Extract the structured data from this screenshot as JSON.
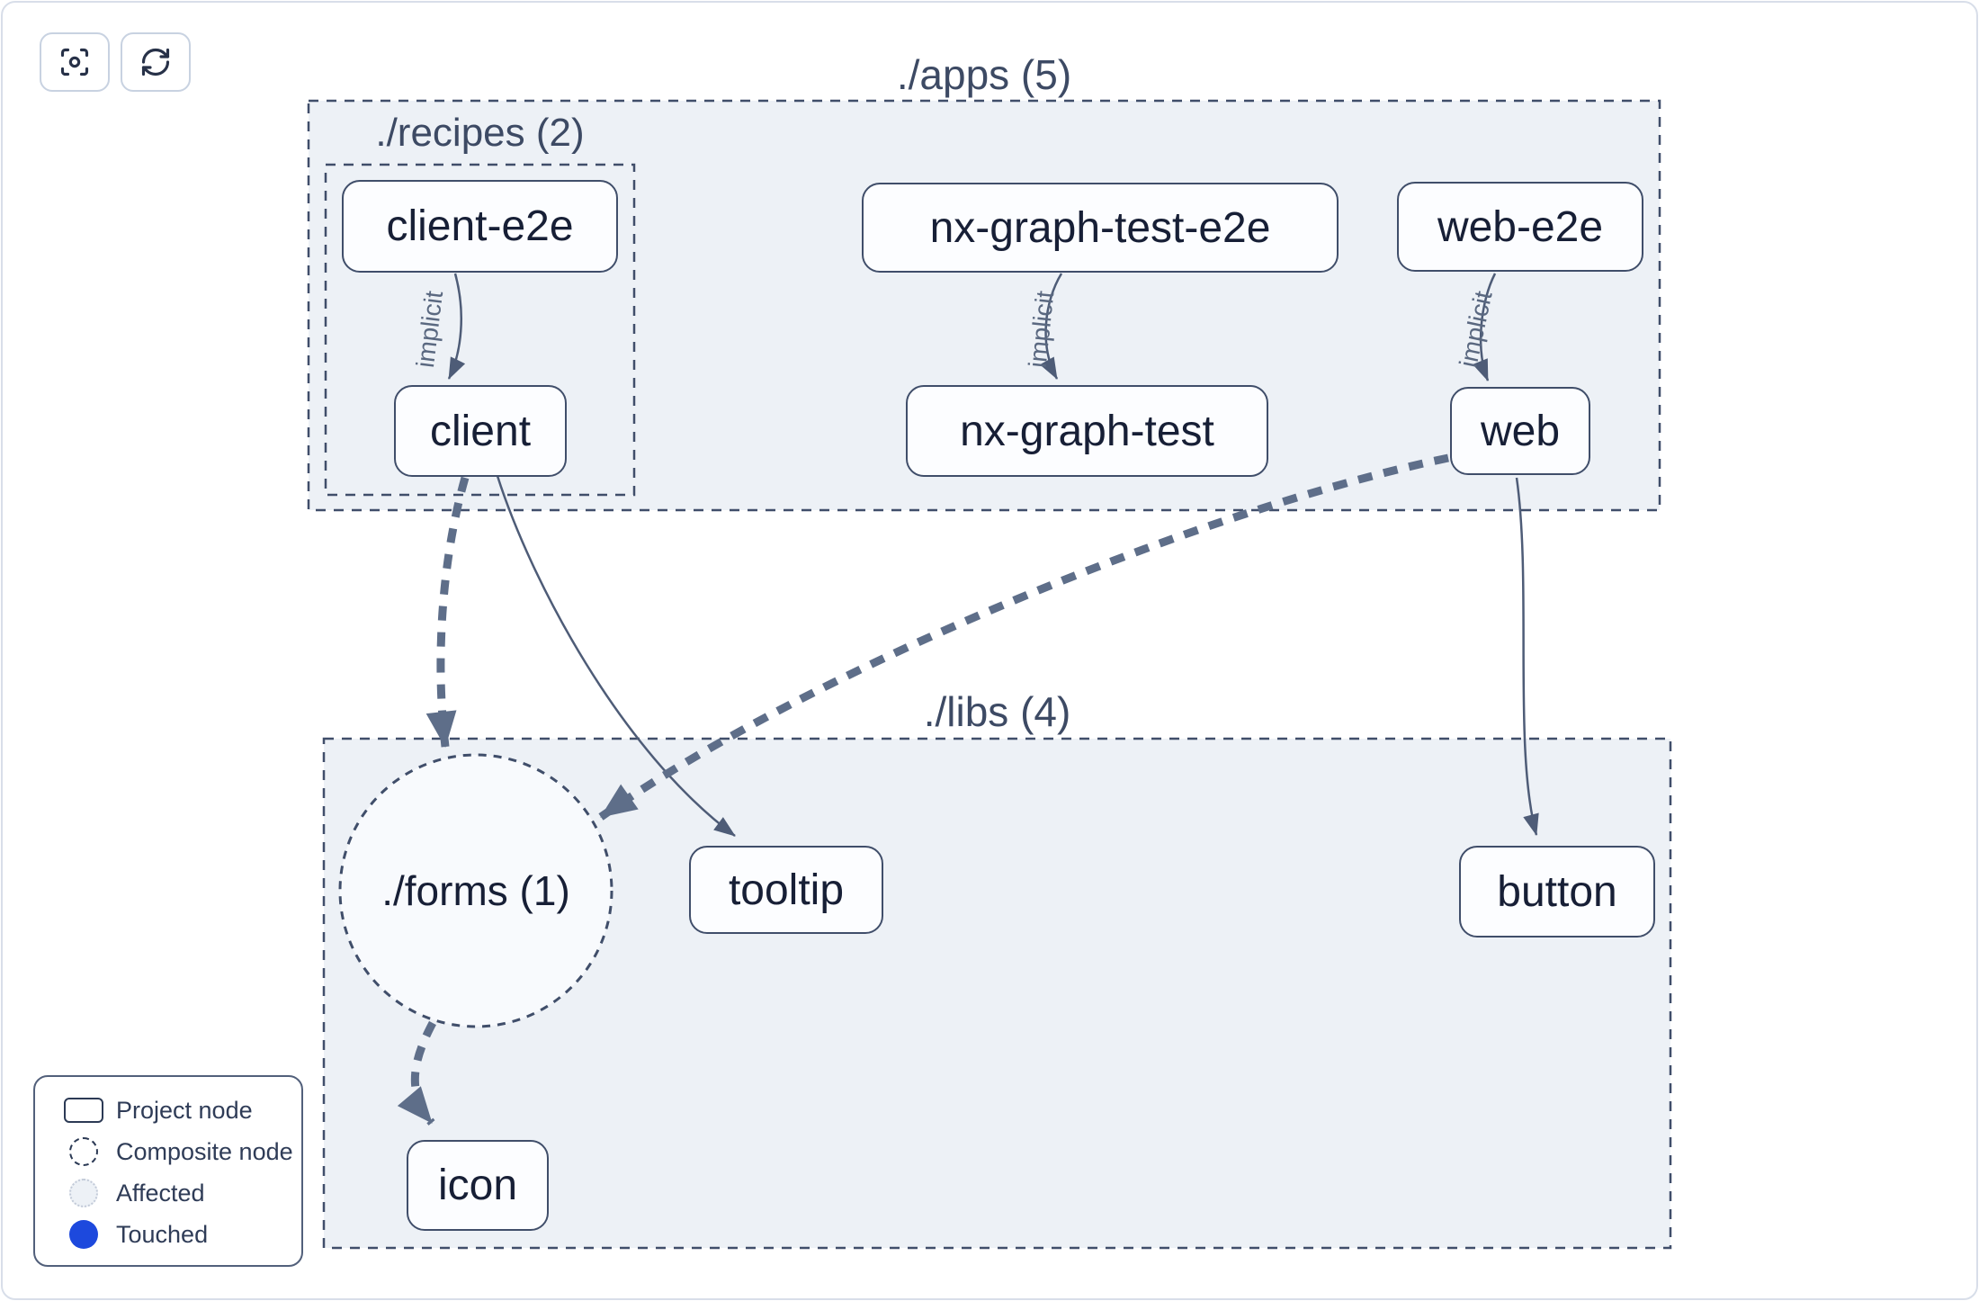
{
  "toolbar": {
    "buttons": [
      {
        "name": "focus",
        "icon": "focus-icon"
      },
      {
        "name": "refresh",
        "icon": "refresh-icon"
      }
    ]
  },
  "graph": {
    "groups": {
      "apps": {
        "label": "./apps (5)"
      },
      "recipes": {
        "label": "./recipes (2)"
      },
      "libs": {
        "label": "./libs (4)"
      }
    },
    "composite_node": {
      "label": "./forms (1)"
    },
    "nodes": {
      "client_e2e": {
        "label": "client-e2e"
      },
      "client": {
        "label": "client"
      },
      "nx_graph_test_e2e": {
        "label": "nx-graph-test-e2e"
      },
      "nx_graph_test": {
        "label": "nx-graph-test"
      },
      "web_e2e": {
        "label": "web-e2e"
      },
      "web": {
        "label": "web"
      },
      "tooltip": {
        "label": "tooltip"
      },
      "button": {
        "label": "button"
      },
      "icon": {
        "label": "icon"
      }
    },
    "edges": {
      "implicit_label": "implicit"
    }
  },
  "legend": {
    "items": [
      {
        "symbol": "project-node",
        "label": "Project node"
      },
      {
        "symbol": "composite-node",
        "label": "Composite node"
      },
      {
        "symbol": "affected",
        "label": "Affected"
      },
      {
        "symbol": "touched",
        "label": "Touched"
      }
    ]
  },
  "colors": {
    "container_fill": "#edf1f6",
    "composite_fill": "#f8fafd",
    "node_fill": "#fcfdff",
    "slate_border": "#404e6a",
    "edge_thin": "#4e5c77",
    "edge_thick": "#5e6e89",
    "touched_blue": "#1d49dd",
    "affected_fill": "#edf1f6",
    "card_border": "#d8dee9"
  }
}
